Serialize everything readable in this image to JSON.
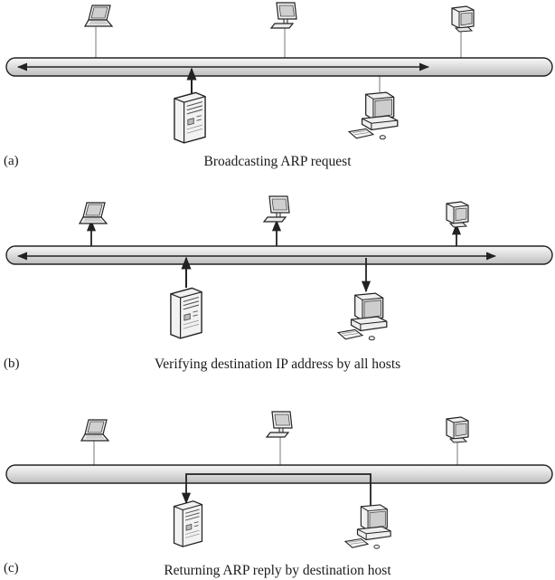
{
  "panels": [
    {
      "label": "(a)",
      "caption": "Broadcasting ARP request"
    },
    {
      "label": "(b)",
      "caption": "Verifying destination IP address by all hosts"
    },
    {
      "label": "(c)",
      "caption": "Returning ARP reply by destination host"
    }
  ],
  "colors": {
    "line": "#222222",
    "bus_fill": "#e6e6e6",
    "device_fill": "#f4f4f4",
    "screen": "#cfcfcf"
  },
  "icons": [
    "laptop-icon",
    "monitor-icon",
    "crt-monitor-icon",
    "server-tower-icon",
    "desktop-computer-icon"
  ]
}
